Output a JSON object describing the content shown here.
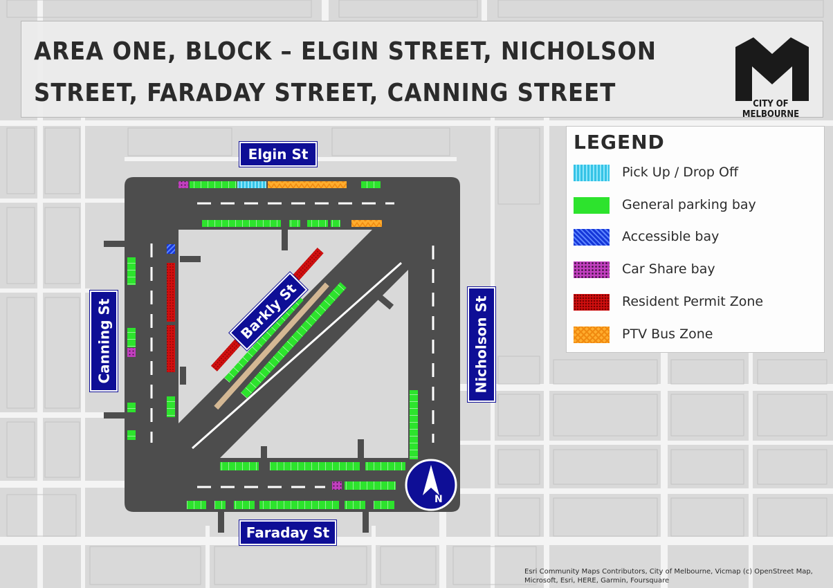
{
  "title": "AREA ONE, BLOCK – ELGIN STREET, NICHOLSON STREET, FARADAY STREET, CANNING STREET",
  "logo": {
    "text": "CITY OF MELBOURNE"
  },
  "legend": {
    "title": "LEGEND",
    "items": [
      {
        "label": "Pick Up / Drop Off",
        "color": "#35c3e6"
      },
      {
        "label": "General parking bay",
        "color": "#2de32d"
      },
      {
        "label": "Accessible bay",
        "color": "#1637d8"
      },
      {
        "label": "Car Share bay",
        "color": "#c23fbf"
      },
      {
        "label": "Resident Permit Zone",
        "color": "#d10f0f"
      },
      {
        "label": "PTV Bus Zone",
        "color": "#ffad2e"
      }
    ]
  },
  "streets": {
    "elgin": "Elgin St",
    "nicholson": "Nicholson St",
    "faraday": "Faraday St",
    "canning": "Canning St",
    "barkly": "Barkly St"
  },
  "north_arrow": {
    "label": "N",
    "icon": "north-arrow-icon"
  },
  "credits": "Esri Community Maps Contributors, City of Melbourne, Vicmap (c) OpenStreet Map, Microsoft, Esri, HERE, Garmin, Foursquare",
  "colors": {
    "road": "#4d4d4d",
    "background": "#d9d9d9",
    "label_fill": "#0e0e96"
  }
}
